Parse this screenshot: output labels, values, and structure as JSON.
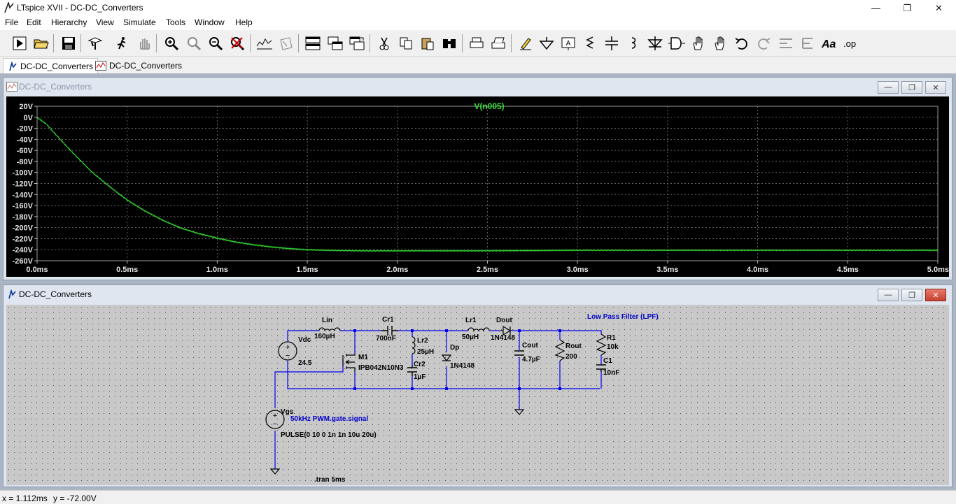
{
  "window": {
    "title": "LTspice XVII - DC-DC_Converters"
  },
  "menu": [
    "File",
    "Edit",
    "Hierarchy",
    "View",
    "Simulate",
    "Tools",
    "Window",
    "Help"
  ],
  "toolbar_icons": [
    "run-icon",
    "open-icon",
    "save-icon",
    "control-panel-icon",
    "halt-icon",
    "pan-icon",
    "zoom-in-icon",
    "zoom-area-icon",
    "zoom-out-icon",
    "zoom-cancel-icon",
    "autorange-icon",
    "3d-icon",
    "tile-horizontal-icon",
    "cascade-icon",
    "tile-vertical-icon",
    "cut-icon",
    "copy-icon",
    "paste-icon",
    "find-icon",
    "print-icon",
    "print-preview-icon",
    "draw-wire-icon",
    "ground-icon",
    "label-net-icon",
    "resistor-icon",
    "capacitor-icon",
    "inductor-icon",
    "diode-icon",
    "component-icon",
    "move-icon",
    "drag-icon",
    "undo-icon",
    "redo-icon",
    "rotate-icon",
    "mirror-icon",
    "text-icon",
    "spice-directive-icon"
  ],
  "tabs": [
    {
      "label": "DC-DC_Converters",
      "icon": "schematic-icon"
    },
    {
      "label": "DC-DC_Converters",
      "icon": "waveform-icon"
    }
  ],
  "waveform_window": {
    "title": "DC-DC_Converters"
  },
  "schematic_window": {
    "title": "DC-DC_Converters"
  },
  "chart_data": {
    "type": "line",
    "title": "V(n005)",
    "xlabel": "",
    "ylabel": "",
    "x_ticks": [
      "0.0ms",
      "0.5ms",
      "1.0ms",
      "1.5ms",
      "2.0ms",
      "2.5ms",
      "3.0ms",
      "3.5ms",
      "4.0ms",
      "4.5ms",
      "5.0ms"
    ],
    "y_ticks": [
      "20V",
      "0V",
      "-20V",
      "-40V",
      "-60V",
      "-80V",
      "-100V",
      "-120V",
      "-140V",
      "-160V",
      "-180V",
      "-200V",
      "-220V",
      "-240V",
      "-260V"
    ],
    "xlim": [
      0,
      5
    ],
    "ylim": [
      -260,
      20
    ],
    "grid": true,
    "series": [
      {
        "name": "V(n005)",
        "color": "#33dd33",
        "x": [
          0,
          0.05,
          0.1,
          0.2,
          0.3,
          0.4,
          0.5,
          0.6,
          0.7,
          0.8,
          0.9,
          1.0,
          1.1,
          1.2,
          1.3,
          1.4,
          1.5,
          1.6,
          1.8,
          2.0,
          2.5,
          3.0,
          3.5,
          4.0,
          4.5,
          5.0
        ],
        "values": [
          0,
          -12,
          -30,
          -65,
          -98,
          -125,
          -150,
          -170,
          -187,
          -201,
          -211,
          -219,
          -226,
          -231,
          -235,
          -238,
          -240,
          -241,
          -242,
          -242,
          -242,
          -241,
          -241,
          -241,
          -241,
          -241
        ]
      }
    ]
  },
  "schematic": {
    "components": [
      {
        "ref": "Lin",
        "value": "160µH"
      },
      {
        "ref": "Cr1",
        "value": "700nF"
      },
      {
        "ref": "Lr2",
        "value": "25µH"
      },
      {
        "ref": "Cr2",
        "value": "1µF"
      },
      {
        "ref": "Dp",
        "value": "1N4148"
      },
      {
        "ref": "Lr1",
        "value": "50µH"
      },
      {
        "ref": "Dout",
        "value": "1N4148"
      },
      {
        "ref": "Cout",
        "value": "4.7µF"
      },
      {
        "ref": "Rout",
        "value": "200"
      },
      {
        "ref": "R1",
        "value": "10k"
      },
      {
        "ref": "C1",
        "value": "10nF"
      },
      {
        "ref": "M1",
        "value": "IPB042N10N3"
      },
      {
        "ref": "Vdc",
        "value": "24.5"
      },
      {
        "ref": "Vgs",
        "value": "PULSE(0 10 0 1n 1n 10u 20u)"
      }
    ],
    "comments": {
      "lpf": "Low Pass Filter (LPF)",
      "pwm": "50kHz PWM.gate.signal"
    },
    "directive": ".tran 5ms"
  },
  "status": {
    "x": "x = 1.112ms",
    "y": "y = -72.00V"
  }
}
